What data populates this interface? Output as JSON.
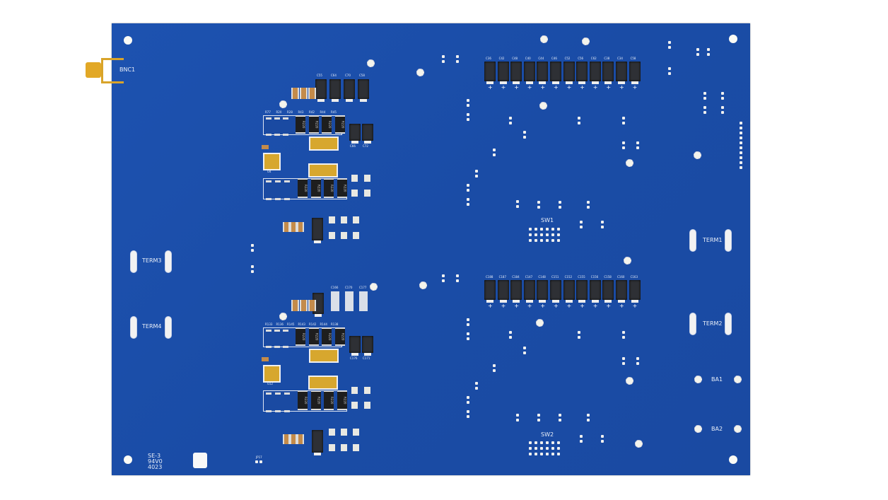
{
  "board": {
    "color": "#1b4ea8",
    "connector": "BNC1",
    "terminals": [
      "TERM1",
      "TERM2",
      "TERM3",
      "TERM4"
    ],
    "switches": [
      "SW1",
      "SW2"
    ],
    "batteries": [
      "BA1",
      "BA2"
    ],
    "marking": [
      "SE-3",
      "94V0",
      "4023"
    ],
    "jumper": "JP17"
  },
  "cap_rows": {
    "top": [
      "C36",
      "C42",
      "C48",
      "C40",
      "C44",
      "C46",
      "C52",
      "C56",
      "C62",
      "C38",
      "C34",
      "C58"
    ],
    "bottom": [
      "C188",
      "C187",
      "C184",
      "C147",
      "C148",
      "C151",
      "C152",
      "C155",
      "C156",
      "C158",
      "C160",
      "C163"
    ]
  },
  "modules": [
    {
      "caps": [
        "C55",
        "C64",
        "C70",
        "C58"
      ],
      "res1": [
        "R77",
        "R20",
        "R28",
        "R43",
        "R42",
        "R44",
        "R45"
      ],
      "side_caps": [
        "C66",
        "C72"
      ],
      "res_value": "R220",
      "ic": "U4"
    },
    {
      "caps": [
        "C166",
        "C170",
        "C177"
      ],
      "res1": [
        "R133",
        "R136",
        "R145",
        "R143",
        "R142",
        "R144",
        "R138"
      ],
      "side_caps": [
        "C176",
        "C171"
      ],
      "res_value": "R220",
      "ic": "U12"
    }
  ]
}
